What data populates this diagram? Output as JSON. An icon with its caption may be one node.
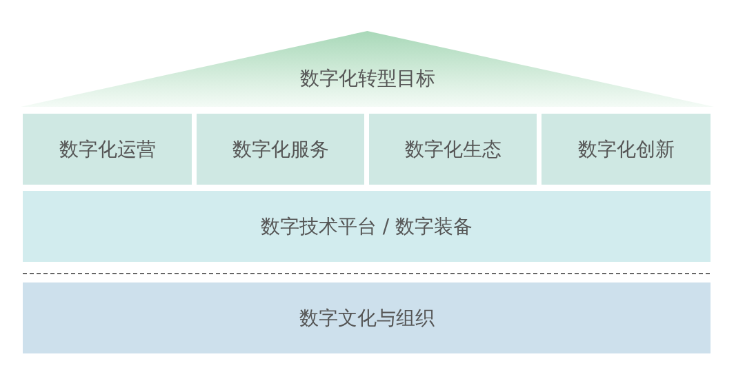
{
  "diagram": {
    "nodes": [
      {
        "text": [
          "数字化转型目标"
        ]
      },
      {
        "text": [
          "数字化运营"
        ]
      },
      {
        "text": [
          "数字化服务"
        ]
      },
      {
        "text": [
          "数字化生态"
        ]
      },
      {
        "text": [
          "数字化创新"
        ]
      },
      {
        "text": [
          "数字技术平台 / 数字装备"
        ]
      },
      {
        "text": [
          "数字文化与组织"
        ]
      }
    ],
    "edges": []
  }
}
